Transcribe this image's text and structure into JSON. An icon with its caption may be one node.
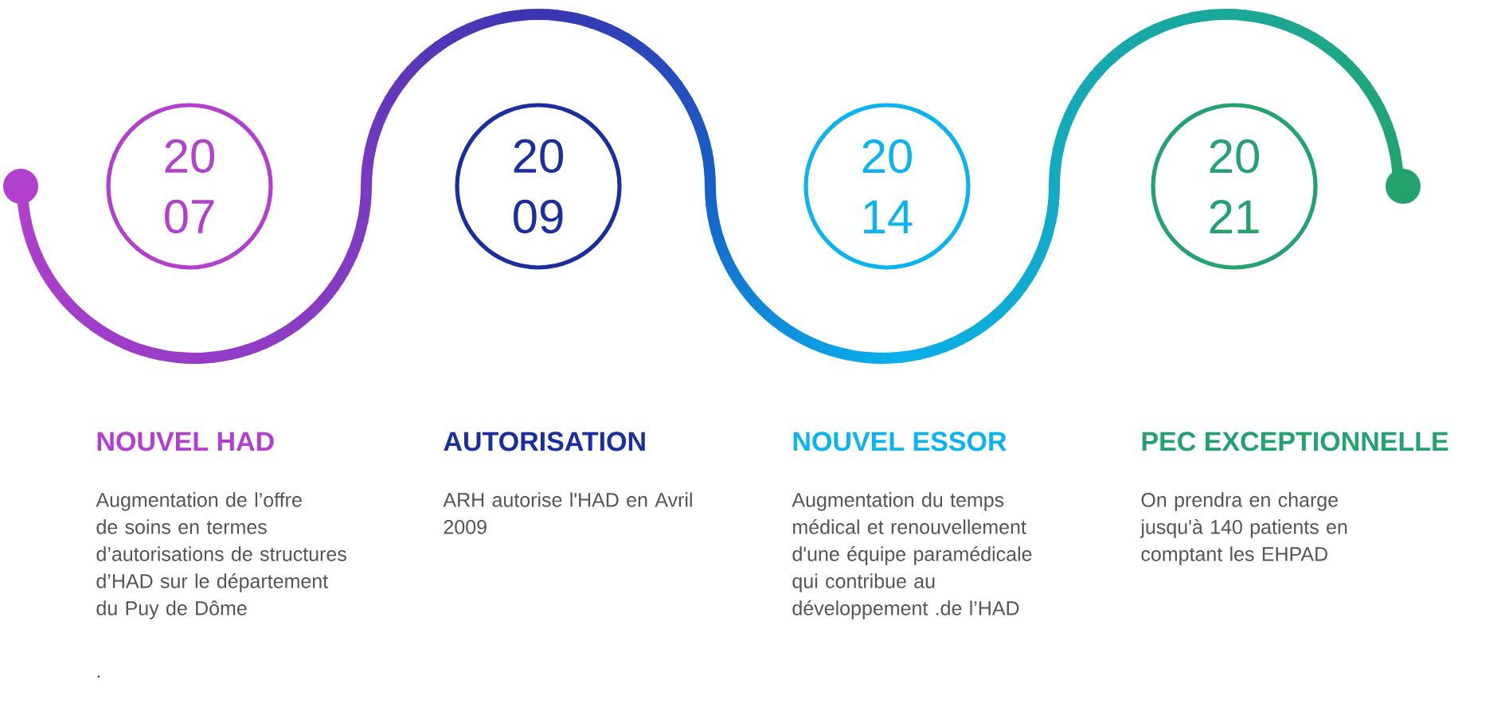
{
  "diagram": {
    "nodes": [
      {
        "text": [
          "20 07"
        ],
        "beside": [
          "NOUVEL HAD",
          "Augmentation de l’offre de soins en termes d’autorisations de structures d’HAD sur le département du Puy de Dôme",
          "."
        ]
      },
      {
        "text": [
          "20 09"
        ],
        "beside": [
          "AUTORISATION",
          "ARH autorise l'HAD en Avril 2009"
        ]
      },
      {
        "text": [
          "20 14"
        ],
        "beside": [
          "NOUVEL ESSOR",
          "Augmentation du temps médical et renouvellement  d'une équipe paramédicale qui contribue au développement .de l’HAD"
        ]
      },
      {
        "text": [
          "20 21"
        ],
        "beside": [
          "PEC EXCEPTIONNELLE",
          "On prendra en charge jusqu'à 140 patients en comptant les EHPAD"
        ]
      }
    ]
  }
}
